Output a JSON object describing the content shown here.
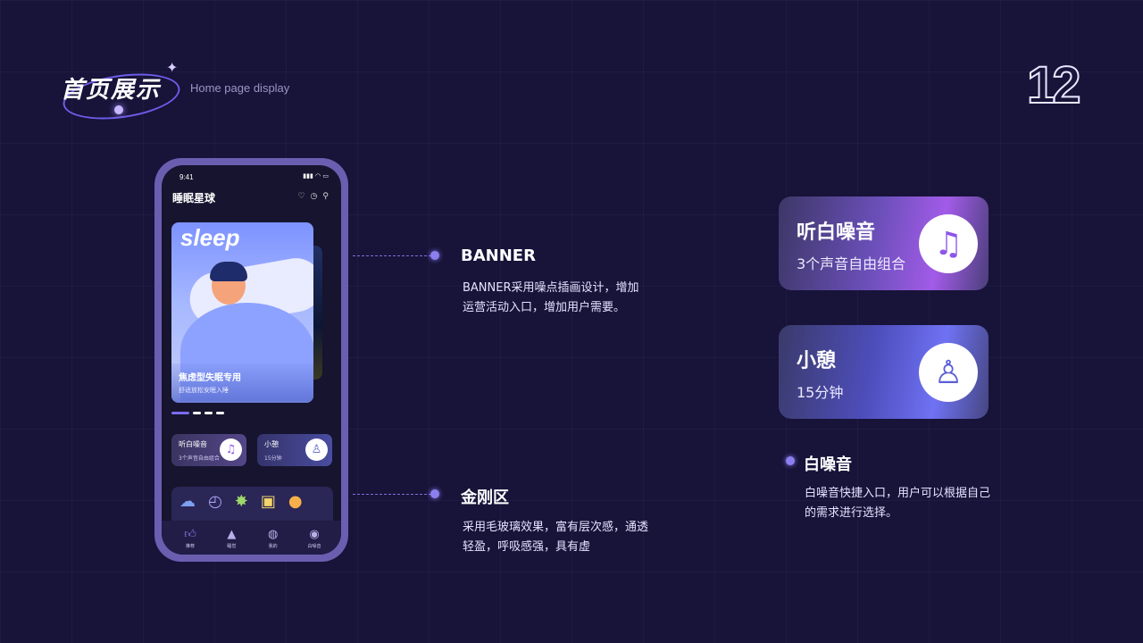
{
  "header": {
    "title": "首页展示",
    "subtitle": "Home page display",
    "page_number": "12"
  },
  "phone": {
    "status_time": "9:41",
    "status_icons": "▮▮▮ ◠ ▭",
    "app_title": "睡眠星球",
    "top_icons": [
      "heart-icon",
      "clock-icon",
      "search-icon"
    ],
    "banner": {
      "word": "sleep",
      "headline": "焦虑型失眠专用",
      "sub": "舒适放松安眠入睡"
    },
    "carousel_dots": 4,
    "cards": [
      {
        "title": "听白噪音",
        "sub": "3个声音自由组合",
        "icon": "music-note-icon"
      },
      {
        "title": "小憩",
        "sub": "15分钟",
        "icon": "seat-icon"
      }
    ],
    "tabs": [
      {
        "label": "推荐",
        "icon": "thumb-up-icon",
        "active": true
      },
      {
        "label": "睡觉",
        "icon": "wizard-hat-icon",
        "active": false
      },
      {
        "label": "我的",
        "icon": "planet-icon",
        "active": false
      },
      {
        "label": "白噪音",
        "icon": "disc-icon",
        "active": false
      }
    ]
  },
  "callouts": {
    "banner": {
      "title": "BANNER",
      "desc": "BANNER采用噪点插画设计，增加运营活动入口，增加用户需要。"
    },
    "kingkong": {
      "title": "金刚区",
      "desc": "采用毛玻璃效果，富有层次感，通透轻盈，呼吸感强，具有虚"
    },
    "whitenoise": {
      "title": "白噪音",
      "desc": "白噪音快捷入口，用户可以根据自己的需求进行选择。"
    }
  },
  "big_cards": [
    {
      "title": "听白噪音",
      "sub": "3个声音自由组合",
      "icon": "music-note-icon"
    },
    {
      "title": "小憩",
      "sub": "15分钟",
      "icon": "seat-icon"
    }
  ],
  "colors": {
    "background": "#171339",
    "accent": "#8b7ff0",
    "purple_card": "#a25be8",
    "blue_card": "#6f72f3"
  }
}
